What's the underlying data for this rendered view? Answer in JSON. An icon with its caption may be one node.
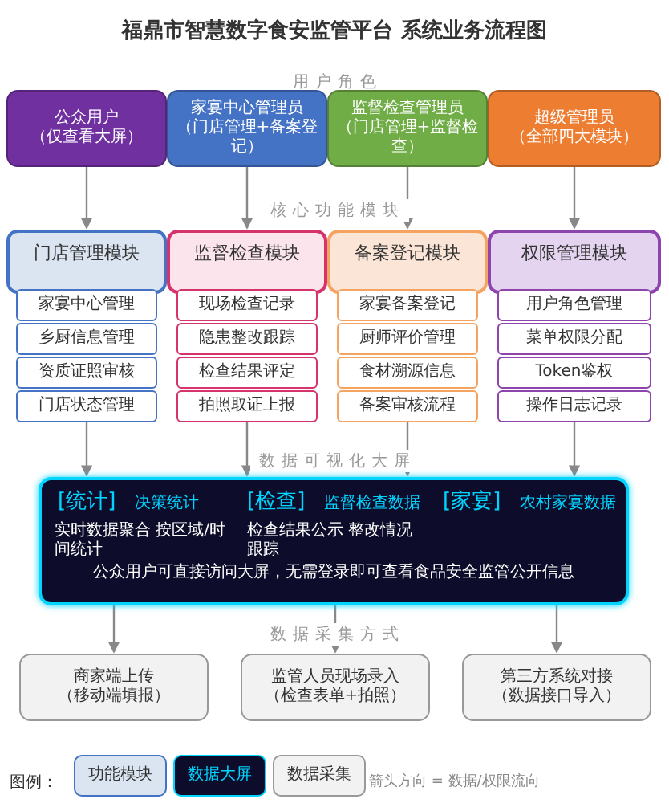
{
  "diagram": {
    "title": "福鼎市智慧数字食安监管平台 系统业务流程图",
    "nodes": [
      {
        "text": [
          "公众用户",
          "（仅查看大屏）"
        ]
      },
      {
        "text": [
          "家宴中心管理员",
          "（门店管理+备案登记）"
        ]
      },
      {
        "text": [
          "监督检查管理员",
          "（门店管理+监督检查）"
        ]
      },
      {
        "text": [
          "超级管理员",
          "（全部四大模块）"
        ]
      },
      {
        "text": [
          "门店管理模块"
        ]
      },
      {
        "text": [
          "监督检查模块"
        ]
      },
      {
        "text": [
          "备案登记模块"
        ]
      },
      {
        "text": [
          "权限管理模块"
        ]
      },
      {
        "text": [
          "家宴中心管理"
        ]
      },
      {
        "text": [
          "乡厨信息管理"
        ]
      },
      {
        "text": [
          "资质证照审核"
        ]
      },
      {
        "text": [
          "门店状态管理"
        ]
      },
      {
        "text": [
          "现场检查记录"
        ]
      },
      {
        "text": [
          "隐患整改跟踪"
        ]
      },
      {
        "text": [
          "检查结果评定"
        ]
      },
      {
        "text": [
          "拍照取证上报"
        ]
      },
      {
        "text": [
          "家宴备案登记"
        ]
      },
      {
        "text": [
          "厨师评价管理"
        ]
      },
      {
        "text": [
          "食材溯源信息"
        ]
      },
      {
        "text": [
          "备案审核流程"
        ]
      },
      {
        "text": [
          "用户角色管理"
        ]
      },
      {
        "text": [
          "菜单权限分配"
        ]
      },
      {
        "text": [
          "Token鉴权"
        ]
      },
      {
        "text": [
          "操作日志记录"
        ]
      },
      {
        "text": [
          "[统计]",
          "决策统计",
          "实时数据聚合 按区域/时间统计",
          "[检查]",
          "监督检查数据",
          "检查结果公示 整改情况跟踪",
          "[家宴]",
          "农村家宴数据",
          "公众用户可直接访问大屏，无需登录即可查看食品安全监管公开信息"
        ]
      },
      {
        "text": [
          "商家端上传",
          "（移动端填报）"
        ]
      },
      {
        "text": [
          "监管人员现场录入",
          "（检查表单+拍照）"
        ]
      },
      {
        "text": [
          "第三方系统对接",
          "（数据接口导入）"
        ]
      }
    ],
    "edges": [
      {
        "from": 0,
        "to": 4,
        "arrow": "to"
      },
      {
        "from": 1,
        "to": 5,
        "arrow": "to"
      },
      {
        "from": 2,
        "to": 6,
        "arrow": "to"
      },
      {
        "from": 3,
        "to": 7,
        "arrow": "to"
      },
      {
        "from": 11,
        "to": 24,
        "arrow": "to"
      },
      {
        "from": 15,
        "to": 24,
        "arrow": "to"
      },
      {
        "from": 19,
        "to": 24,
        "arrow": "to"
      },
      {
        "from": 23,
        "to": 24,
        "arrow": "to"
      },
      {
        "from": 24,
        "to": 25,
        "arrow": "to"
      },
      {
        "from": 24,
        "to": 26,
        "arrow": "to"
      },
      {
        "from": 24,
        "to": 27,
        "arrow": "to"
      }
    ],
    "labels": [
      "用户角色",
      "核心功能模块",
      "数据可视化大屏",
      "数据采集方式",
      "图例：",
      "箭头方向 = 数据/权限流向"
    ],
    "legend": [
      {
        "text": "功能模块",
        "color": "#dae5f1"
      },
      {
        "text": "数据大屏",
        "color": "#0d0d2b"
      },
      {
        "text": "数据采集",
        "color": "#f2f2f2"
      }
    ]
  }
}
